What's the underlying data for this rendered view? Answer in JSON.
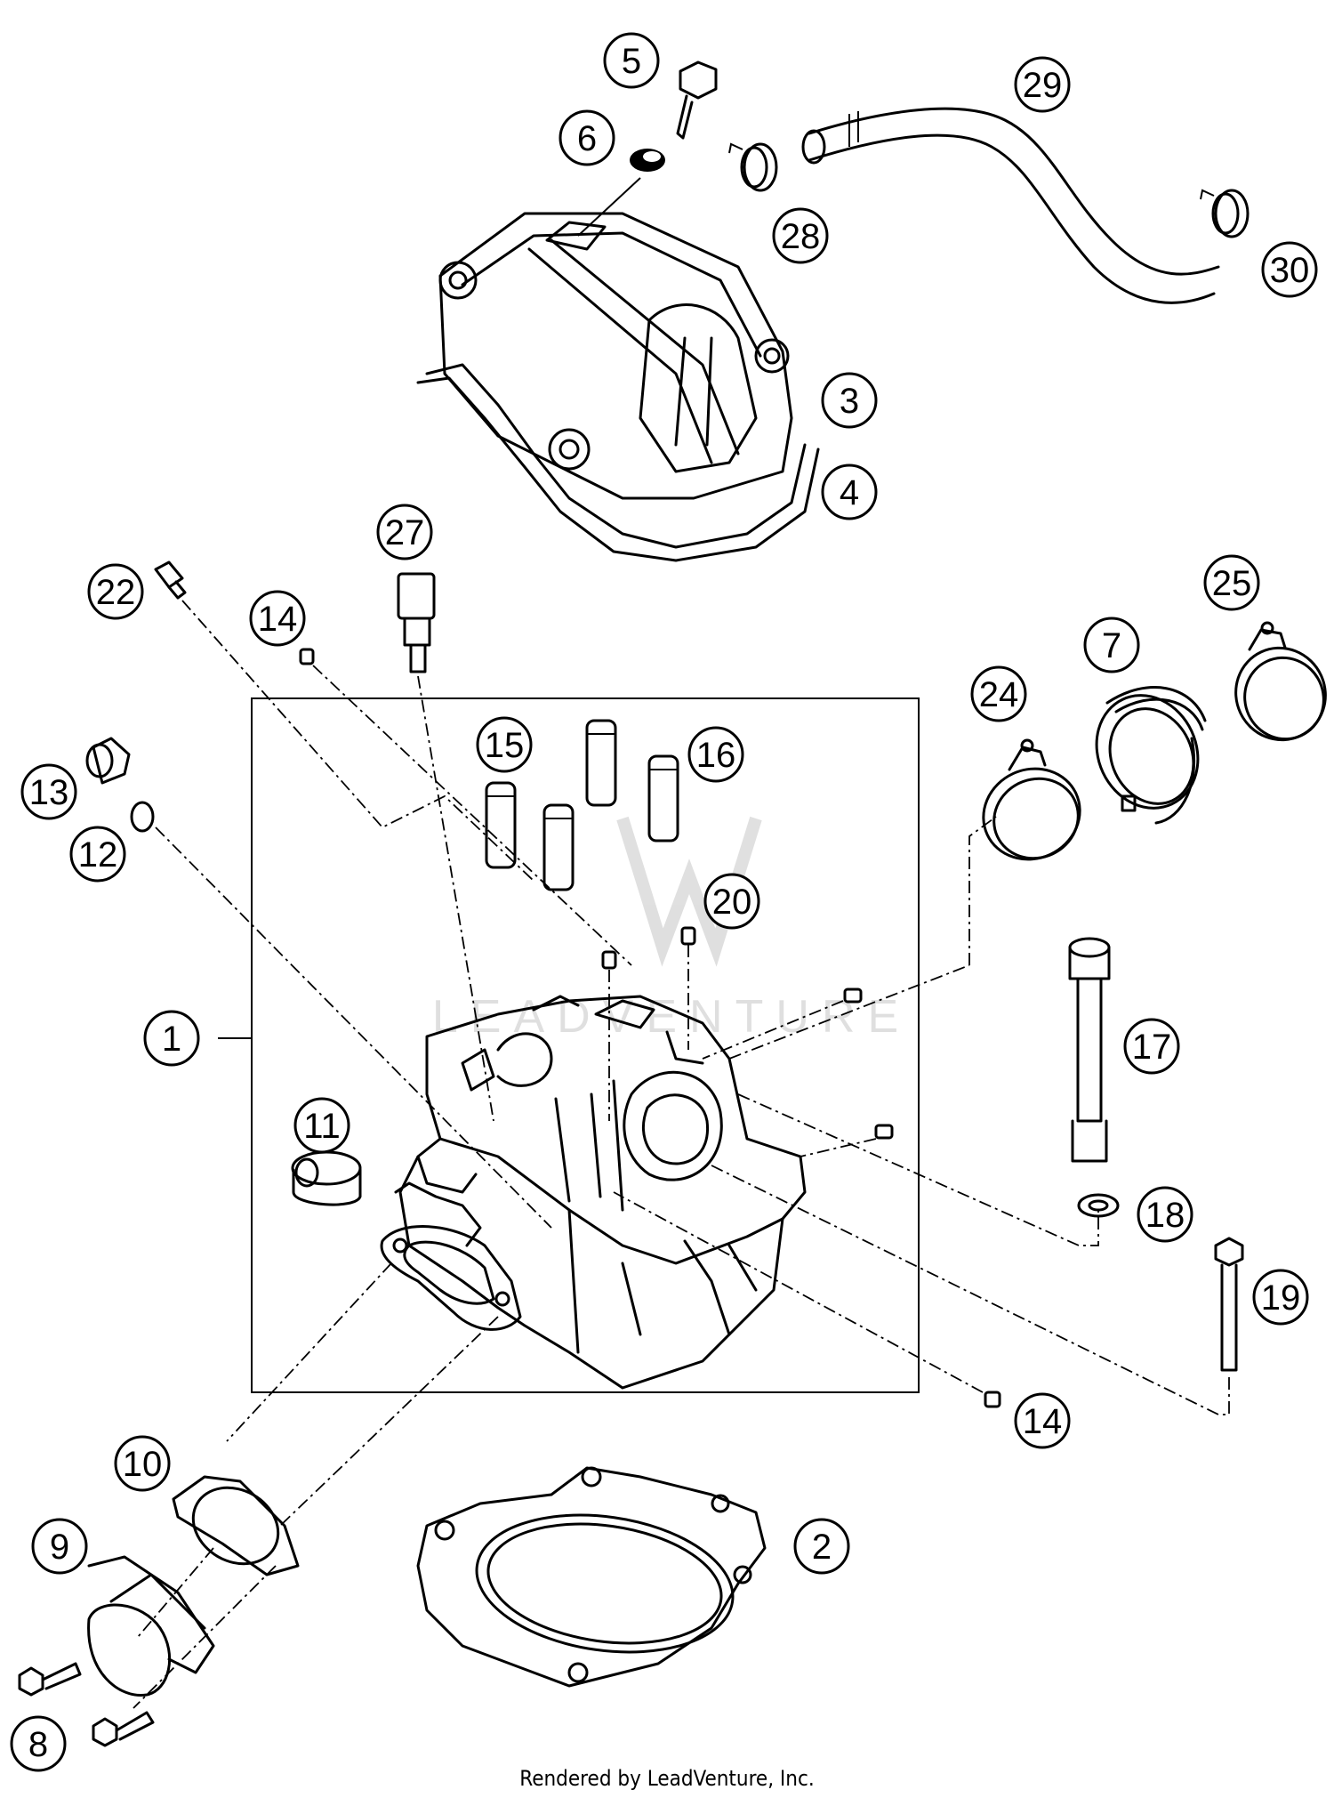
{
  "diagram": {
    "watermark": "LEADVENTURE",
    "callouts": [
      "1",
      "2",
      "3",
      "4",
      "5",
      "6",
      "7",
      "8",
      "9",
      "10",
      "11",
      "12",
      "13",
      "14",
      "14",
      "15",
      "16",
      "17",
      "18",
      "19",
      "20",
      "22",
      "24",
      "25",
      "27",
      "28",
      "29",
      "30"
    ],
    "footer": "Rendered by LeadVenture, Inc."
  }
}
